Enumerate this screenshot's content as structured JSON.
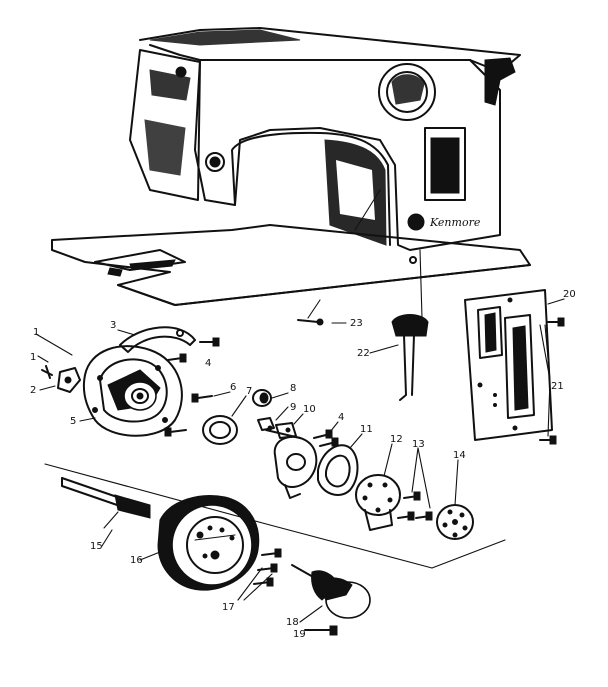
{
  "diagram": {
    "brand_text": "Kenmore",
    "footer_text": "",
    "part_labels": [
      "1",
      "2",
      "3",
      "4",
      "5",
      "6",
      "7",
      "8",
      "9",
      "10",
      "11",
      "12",
      "13",
      "14",
      "15",
      "16",
      "17",
      "18",
      "19",
      "20",
      "21",
      "22",
      "23"
    ]
  }
}
